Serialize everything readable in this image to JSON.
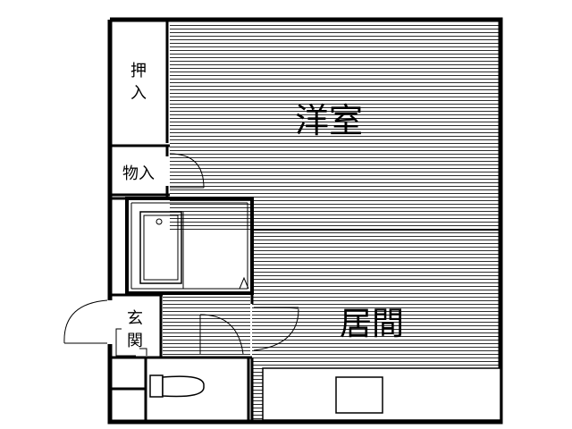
{
  "floor_plan": {
    "rooms": {
      "western_room": "洋室",
      "living_room": "居間",
      "entrance": "玄関",
      "closet": "押入",
      "storage": "物入"
    },
    "colors": {
      "wall": "#000000",
      "floor_line": "#333333",
      "background": "#ffffff"
    }
  }
}
